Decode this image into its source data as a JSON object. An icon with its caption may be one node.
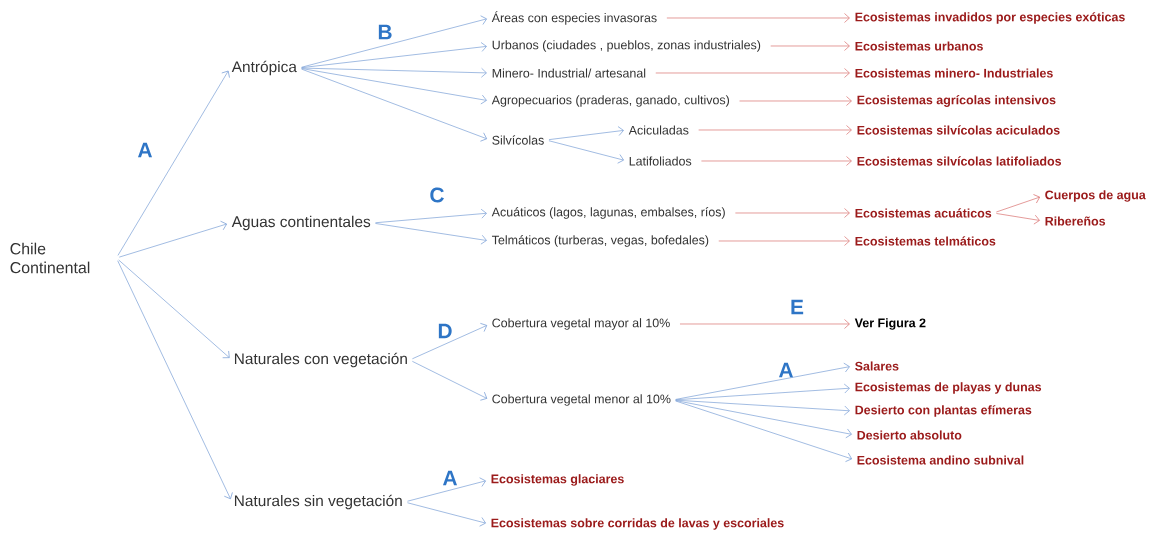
{
  "diagram": {
    "nodes": [
      {
        "text": [
          "Chile Continental"
        ]
      },
      {
        "text": [
          "Antrópica"
        ]
      },
      {
        "text": [
          "Aguas continentales"
        ]
      },
      {
        "text": [
          "Naturales con vegetación"
        ]
      },
      {
        "text": [
          "Naturales  sin vegetación"
        ]
      },
      {
        "text": [
          "Áreas con especies invasoras"
        ]
      },
      {
        "text": [
          "Urbanos (ciudades , pueblos, zonas industriales)"
        ]
      },
      {
        "text": [
          "Minero- Industrial/ artesanal"
        ]
      },
      {
        "text": [
          "Agropecuarios (praderas, ganado, cultivos)"
        ]
      },
      {
        "text": [
          "Silvícolas"
        ]
      },
      {
        "text": [
          "Aciculadas"
        ]
      },
      {
        "text": [
          "Latifoliados"
        ]
      },
      {
        "text": [
          "Ecosistemas invadidos por especies exóticas"
        ]
      },
      {
        "text": [
          "Ecosistemas urbanos"
        ]
      },
      {
        "text": [
          "Ecosistemas minero- Industriales"
        ]
      },
      {
        "text": [
          "Ecosistemas agrícolas intensivos"
        ]
      },
      {
        "text": [
          "Ecosistemas silvícolas aciculados"
        ]
      },
      {
        "text": [
          "Ecosistemas silvícolas latifoliados"
        ]
      },
      {
        "text": [
          "Acuáticos (lagos,  lagunas, embalses,  ríos)"
        ]
      },
      {
        "text": [
          "Telmáticos (turberas, vegas, bofedales)"
        ]
      },
      {
        "text": [
          "Ecosistemas acuáticos"
        ]
      },
      {
        "text": [
          "Ecosistemas telmáticos"
        ]
      },
      {
        "text": [
          "Cuerpos de agua"
        ]
      },
      {
        "text": [
          "Ribereños"
        ]
      },
      {
        "text": [
          "Cobertura vegetal mayor al 10%"
        ]
      },
      {
        "text": [
          "Cobertura vegetal menor  al 10%"
        ]
      },
      {
        "text": [
          "Ver Figura 2"
        ]
      },
      {
        "text": [
          "Salares"
        ]
      },
      {
        "text": [
          "Ecosistemas de playas y dunas"
        ]
      },
      {
        "text": [
          "Desierto con plantas efímeras"
        ]
      },
      {
        "text": [
          "Desierto absoluto"
        ]
      },
      {
        "text": [
          "Ecosistema andino subnival"
        ]
      },
      {
        "text": [
          "Ecosistemas glaciares"
        ]
      },
      {
        "text": [
          "Ecosistemas sobre corridas de lavas y escoriales"
        ]
      }
    ],
    "edges": [
      {
        "from": 0,
        "to": 1,
        "arrow": "to"
      },
      {
        "from": 0,
        "to": 2,
        "arrow": "to"
      },
      {
        "from": 0,
        "to": 3,
        "arrow": "to"
      },
      {
        "from": 0,
        "to": 4,
        "arrow": "to"
      },
      {
        "from": 1,
        "to": 5,
        "arrow": "to"
      },
      {
        "from": 1,
        "to": 6,
        "arrow": "to"
      },
      {
        "from": 1,
        "to": 7,
        "arrow": "to"
      },
      {
        "from": 1,
        "to": 8,
        "arrow": "to"
      },
      {
        "from": 1,
        "to": 9,
        "arrow": "to"
      },
      {
        "from": 9,
        "to": 10,
        "arrow": "to"
      },
      {
        "from": 9,
        "to": 11,
        "arrow": "to"
      },
      {
        "from": 5,
        "to": 12,
        "arrow": "to",
        "color": "#d9706f"
      },
      {
        "from": 6,
        "to": 13,
        "arrow": "to",
        "color": "#d9706f"
      },
      {
        "from": 7,
        "to": 14,
        "arrow": "to",
        "color": "#d9706f"
      },
      {
        "from": 8,
        "to": 15,
        "arrow": "to",
        "color": "#d9706f"
      },
      {
        "from": 10,
        "to": 16,
        "arrow": "to",
        "color": "#d9706f"
      },
      {
        "from": 11,
        "to": 17,
        "arrow": "to",
        "color": "#d9706f"
      },
      {
        "from": 2,
        "to": 18,
        "arrow": "to"
      },
      {
        "from": 2,
        "to": 19,
        "arrow": "to"
      },
      {
        "from": 18,
        "to": 20,
        "arrow": "to",
        "color": "#d9706f"
      },
      {
        "from": 19,
        "to": 21,
        "arrow": "to",
        "color": "#d9706f"
      },
      {
        "from": 20,
        "to": 22,
        "arrow": "to",
        "color": "#d9706f"
      },
      {
        "from": 20,
        "to": 23,
        "arrow": "to",
        "color": "#d9706f"
      },
      {
        "from": 3,
        "to": 24,
        "arrow": "to"
      },
      {
        "from": 3,
        "to": 25,
        "arrow": "to"
      },
      {
        "from": 24,
        "to": 26,
        "arrow": "to",
        "color": "#d9706f"
      },
      {
        "from": 25,
        "to": 27,
        "arrow": "to"
      },
      {
        "from": 25,
        "to": 28,
        "arrow": "to"
      },
      {
        "from": 25,
        "to": 29,
        "arrow": "to"
      },
      {
        "from": 25,
        "to": 30,
        "arrow": "to"
      },
      {
        "from": 25,
        "to": 31,
        "arrow": "to"
      },
      {
        "from": 4,
        "to": 32,
        "arrow": "to"
      },
      {
        "from": 4,
        "to": 33,
        "arrow": "to"
      }
    ],
    "labels": [
      "B",
      "A",
      "C",
      "E",
      "D",
      "A",
      "A"
    ]
  }
}
